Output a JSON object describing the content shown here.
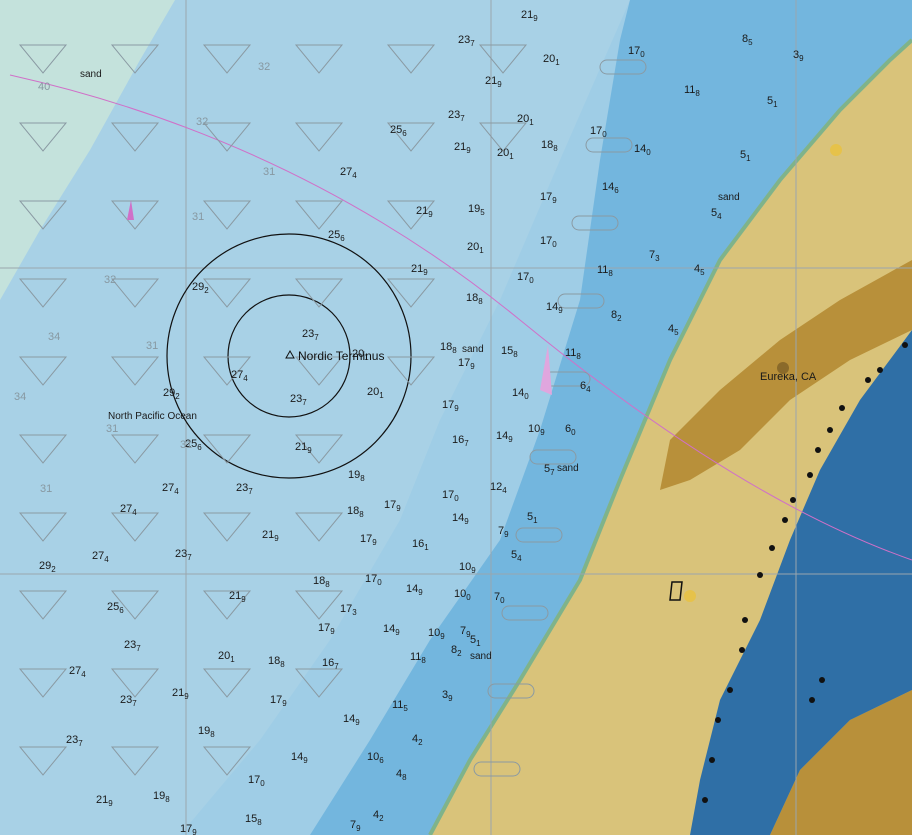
{
  "map": {
    "colors": {
      "land": "#d9c37a",
      "land_dark": "#b8903a",
      "shallow": "#73b6de",
      "mid": "#9fcde6",
      "deep": "#a8d1e6",
      "far": "#c4e2dc",
      "coast_green": "#7fb38a",
      "route": "#d070c8",
      "harbour": "#2f6fa6"
    },
    "place_labels": {
      "terminus": "Nordic Terminus",
      "ocean": "North Pacific Ocean",
      "town": "Eureka, CA",
      "sand1": "sand",
      "sand2": "sand",
      "sand3": "sand",
      "sand4": "sand",
      "sand5": "sand"
    },
    "depth_soundings": [
      {
        "v": "21",
        "s": "9"
      },
      {
        "v": "23",
        "s": "7"
      },
      {
        "v": "20",
        "s": "1"
      },
      {
        "v": "17",
        "s": "0"
      },
      {
        "v": "8",
        "s": "5"
      },
      {
        "v": "21",
        "s": "9"
      },
      {
        "v": "11",
        "s": "8"
      },
      {
        "v": "3",
        "s": "9"
      },
      {
        "v": "23",
        "s": "7"
      },
      {
        "v": "20",
        "s": "1"
      },
      {
        "v": "5",
        "s": "1"
      },
      {
        "v": "25",
        "s": "6"
      },
      {
        "v": "21",
        "s": "9"
      },
      {
        "v": "20",
        "s": "1"
      },
      {
        "v": "18",
        "s": "8"
      },
      {
        "v": "17",
        "s": "0"
      },
      {
        "v": "14",
        "s": "0"
      },
      {
        "v": "5",
        "s": "1"
      },
      {
        "v": "27",
        "s": "4"
      },
      {
        "v": "14",
        "s": "6"
      },
      {
        "v": "17",
        "s": "9"
      },
      {
        "v": "21",
        "s": "9"
      },
      {
        "v": "19",
        "s": "5"
      },
      {
        "v": "5",
        "s": "4"
      },
      {
        "v": "25",
        "s": "6"
      },
      {
        "v": "20",
        "s": "1"
      },
      {
        "v": "17",
        "s": "0"
      },
      {
        "v": "7",
        "s": "3"
      },
      {
        "v": "21",
        "s": "9"
      },
      {
        "v": "17",
        "s": "0"
      },
      {
        "v": "11",
        "s": "8"
      },
      {
        "v": "4",
        "s": "5"
      },
      {
        "v": "29",
        "s": "2"
      },
      {
        "v": "18",
        "s": "8"
      },
      {
        "v": "14",
        "s": "9"
      },
      {
        "v": "8",
        "s": "2"
      },
      {
        "v": "4",
        "s": "5"
      },
      {
        "v": "23",
        "s": "7"
      },
      {
        "v": "18",
        "s": "8"
      },
      {
        "v": "15",
        "s": "8"
      },
      {
        "v": "11",
        "s": "8"
      },
      {
        "v": "20",
        "s": "1"
      },
      {
        "v": "17",
        "s": "9"
      },
      {
        "v": "27",
        "s": "4"
      },
      {
        "v": "20",
        "s": "1"
      },
      {
        "v": "14",
        "s": "0"
      },
      {
        "v": "6",
        "s": "4"
      },
      {
        "v": "29",
        "s": "2"
      },
      {
        "v": "23",
        "s": "7"
      },
      {
        "v": "17",
        "s": "9"
      },
      {
        "v": "10",
        "s": "9"
      },
      {
        "v": "6",
        "s": "0"
      },
      {
        "v": "25",
        "s": "6"
      },
      {
        "v": "21",
        "s": "9"
      },
      {
        "v": "16",
        "s": "7"
      },
      {
        "v": "14",
        "s": "9"
      },
      {
        "v": "5",
        "s": "7"
      },
      {
        "v": "19",
        "s": "8"
      },
      {
        "v": "27",
        "s": "4"
      },
      {
        "v": "23",
        "s": "7"
      },
      {
        "v": "12",
        "s": "4"
      },
      {
        "v": "17",
        "s": "0"
      },
      {
        "v": "27",
        "s": "4"
      },
      {
        "v": "18",
        "s": "8"
      },
      {
        "v": "17",
        "s": "9"
      },
      {
        "v": "14",
        "s": "9"
      },
      {
        "v": "5",
        "s": "1"
      },
      {
        "v": "21",
        "s": "9"
      },
      {
        "v": "17",
        "s": "9"
      },
      {
        "v": "16",
        "s": "1"
      },
      {
        "v": "7",
        "s": "9"
      },
      {
        "v": "27",
        "s": "4"
      },
      {
        "v": "23",
        "s": "7"
      },
      {
        "v": "5",
        "s": "4"
      },
      {
        "v": "29",
        "s": "2"
      },
      {
        "v": "10",
        "s": "9"
      },
      {
        "v": "18",
        "s": "8"
      },
      {
        "v": "17",
        "s": "0"
      },
      {
        "v": "21",
        "s": "9"
      },
      {
        "v": "14",
        "s": "9"
      },
      {
        "v": "10",
        "s": "0"
      },
      {
        "v": "7",
        "s": "0"
      },
      {
        "v": "25",
        "s": "6"
      },
      {
        "v": "17",
        "s": "3"
      },
      {
        "v": "17",
        "s": "9"
      },
      {
        "v": "14",
        "s": "9"
      },
      {
        "v": "10",
        "s": "9"
      },
      {
        "v": "7",
        "s": "9"
      },
      {
        "v": "5",
        "s": "1"
      },
      {
        "v": "8",
        "s": "2"
      },
      {
        "v": "23",
        "s": "7"
      },
      {
        "v": "20",
        "s": "1"
      },
      {
        "v": "11",
        "s": "8"
      },
      {
        "v": "18",
        "s": "8"
      },
      {
        "v": "16",
        "s": "7"
      },
      {
        "v": "27",
        "s": "4"
      },
      {
        "v": "21",
        "s": "9"
      },
      {
        "v": "23",
        "s": "7"
      },
      {
        "v": "17",
        "s": "9"
      },
      {
        "v": "3",
        "s": "9"
      },
      {
        "v": "11",
        "s": "5"
      },
      {
        "v": "19",
        "s": "8"
      },
      {
        "v": "14",
        "s": "9"
      },
      {
        "v": "23",
        "s": "7"
      },
      {
        "v": "14",
        "s": "9"
      },
      {
        "v": "10",
        "s": "6"
      },
      {
        "v": "4",
        "s": "2"
      },
      {
        "v": "4",
        "s": "8"
      },
      {
        "v": "17",
        "s": "0"
      },
      {
        "v": "21",
        "s": "9"
      },
      {
        "v": "19",
        "s": "8"
      },
      {
        "v": "17",
        "s": "9"
      },
      {
        "v": "15",
        "s": "8"
      },
      {
        "v": "7",
        "s": "9"
      },
      {
        "v": "4",
        "s": "2"
      }
    ],
    "grey_depths": [
      "34",
      "32",
      "32",
      "31",
      "31",
      "32",
      "31",
      "34",
      "31",
      "31",
      "31",
      "40"
    ]
  }
}
